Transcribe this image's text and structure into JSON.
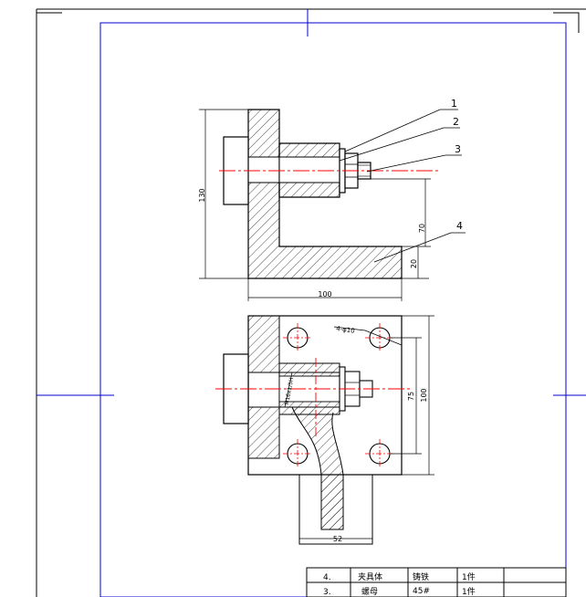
{
  "colors": {
    "sheet_border": "#000000",
    "frame": "#0000cc",
    "part": "#000000",
    "centerline": "#ff0000",
    "hatch": "#000000",
    "background": "#ffffff"
  },
  "balloons": [
    "1",
    "2",
    "3",
    "4"
  ],
  "dimensions": {
    "front_total_height": "130",
    "front_arm_height": "70",
    "front_base_thickness": "20",
    "front_width": "100",
    "top_hole_spec": "4-φ10",
    "top_thread_spec": "M16x1/5H",
    "top_hole_spacing": "75",
    "top_overall_depth": "100",
    "top_rod_width": "52"
  },
  "bom": [
    {
      "index": "4.",
      "name": "夹具体",
      "material": "铸铁",
      "qty": "1件"
    },
    {
      "index": "3.",
      "name": "螺母",
      "material": "45#",
      "qty": "1件"
    }
  ]
}
